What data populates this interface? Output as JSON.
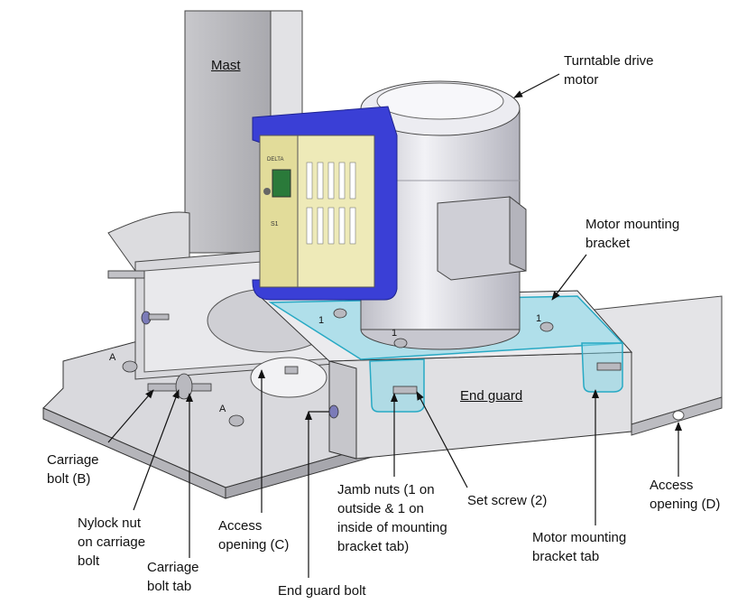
{
  "labels": {
    "mast": "Mast",
    "turntable_drive_motor": "Turntable drive\nmotor",
    "motor_mounting_bracket": "Motor mounting\nbracket",
    "end_guard": "End guard",
    "carriage_bolt_b": "Carriage\nbolt (B)",
    "nylock_nut": "Nylock nut\non carriage\nbolt",
    "carriage_bolt_tab": "Carriage\nbolt tab",
    "access_opening_c": "Access\nopening (C)",
    "end_guard_bolt": "End guard bolt",
    "jamb_nuts": "Jamb nuts (1 on\noutside & 1 on\ninside of mounting\nbracket tab)",
    "set_screw": "Set screw (2)",
    "motor_mounting_bracket_tab": "Motor mounting\nbracket tab",
    "access_opening_d": "Access\nopening (D)"
  },
  "markers": {
    "a_upper": "A",
    "a_lower": "A",
    "one_left": "1",
    "one_mid": "1",
    "one_right": "1"
  },
  "drive_panel": {
    "brand": "DELTA",
    "model": "S1"
  },
  "colors": {
    "bracket_highlight": "#7fd6e8",
    "drive_bracket": "#3a3fd6",
    "metal": "#d4d4d8",
    "line": "#222222"
  }
}
